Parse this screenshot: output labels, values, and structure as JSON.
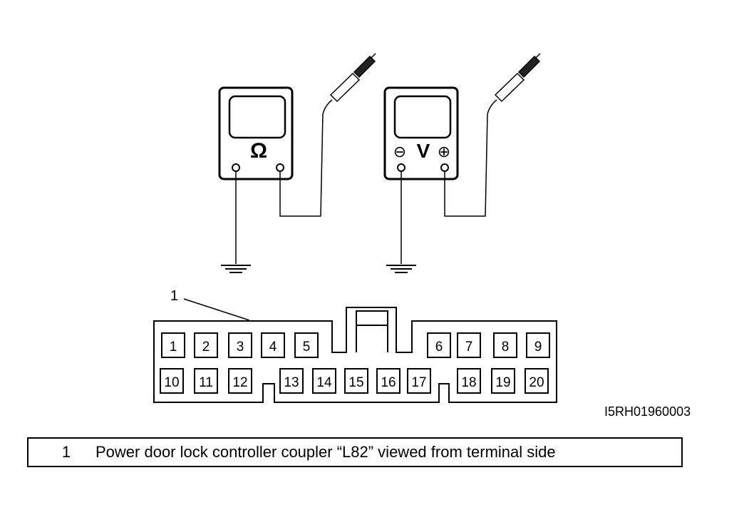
{
  "meters": {
    "ohm": {
      "symbol": "Ω"
    },
    "volt": {
      "symbol": "V",
      "minus": "⊖",
      "plus": "⊕"
    }
  },
  "callout": {
    "number": "1"
  },
  "coupler": {
    "top_pins": [
      "1",
      "2",
      "3",
      "4",
      "5",
      "6",
      "7",
      "8",
      "9"
    ],
    "bottom_pins": [
      "10",
      "11",
      "12",
      "13",
      "14",
      "15",
      "16",
      "17",
      "18",
      "19",
      "20"
    ]
  },
  "figure_code": "I5RH01960003",
  "legend": {
    "number": "1",
    "text": "Power door lock controller coupler “L82” viewed from terminal side"
  }
}
